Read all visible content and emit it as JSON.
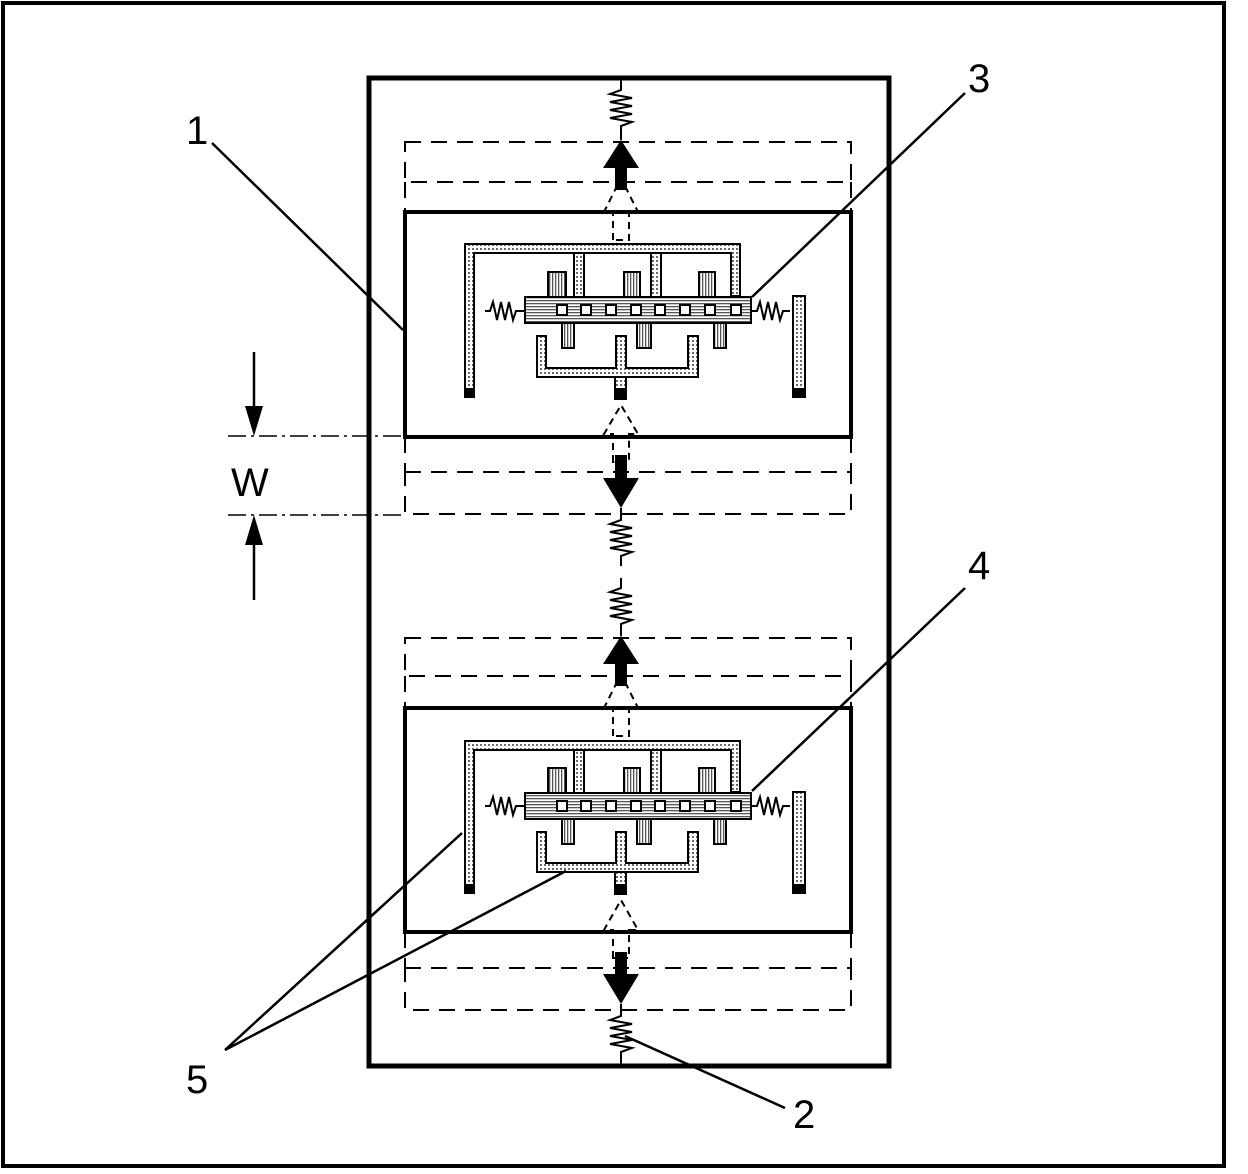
{
  "figure": {
    "labels": {
      "l1": "1",
      "l2": "2",
      "l3": "3",
      "l4": "4",
      "l5": "5",
      "w": "W"
    },
    "colors": {
      "ink": "#000000",
      "background": "#ffffff",
      "hatch": "#8a8a8a"
    }
  }
}
